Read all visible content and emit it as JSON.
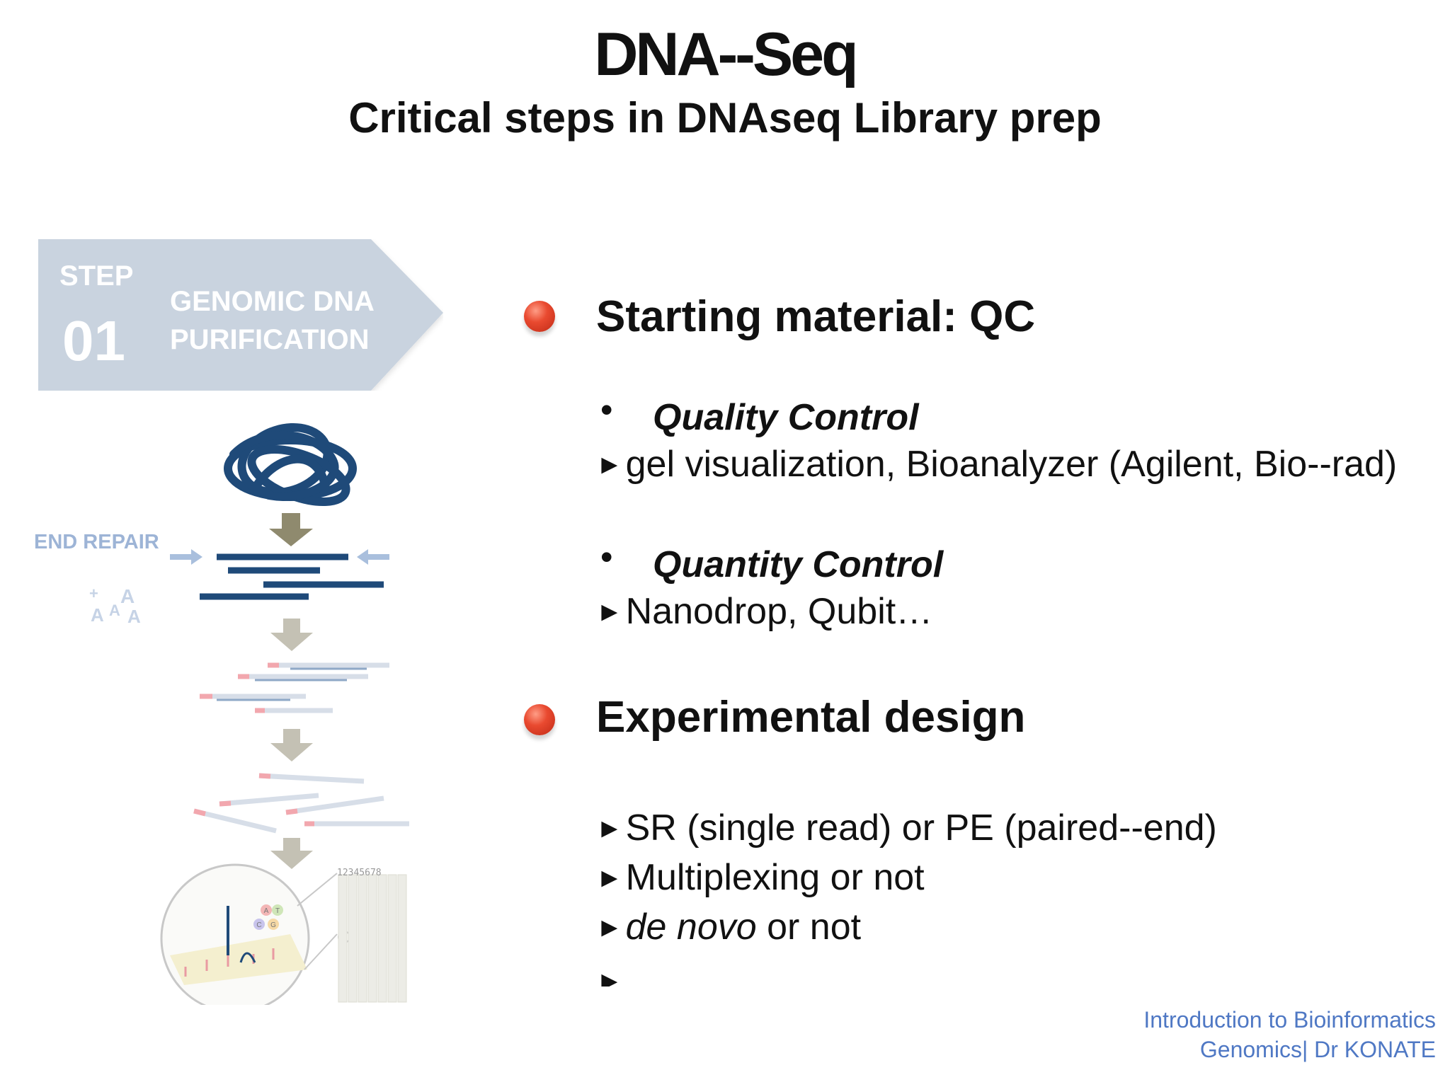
{
  "title": "DNA--Seq",
  "subtitle": "Critical steps in DNAseq Library prep",
  "step": {
    "label": "STEP",
    "number": "01",
    "name_line1": "GENOMIC DNA",
    "name_line2": "PURIFICATION"
  },
  "illustration": {
    "end_repair": "END REPAIR",
    "plus": "+",
    "a_letter": "A",
    "lane_numbers": "12345678",
    "base_letters": [
      "A",
      "T",
      "C",
      "G"
    ]
  },
  "sections": [
    {
      "heading": "Starting material: QC",
      "subsections": [
        {
          "bullet": "•",
          "label": "Quality Control",
          "item": "gel visualization, Bioanalyzer (Agilent, Bio--rad)"
        },
        {
          "bullet": "•",
          "label": "Quantity Control",
          "item": "Nanodrop, Qubit…"
        }
      ]
    },
    {
      "heading": "Experimental design",
      "items": [
        "SR (single read) or PE (paired--end)",
        "Multiplexing or not",
        {
          "em": "de novo",
          "rest": " or not"
        },
        "…"
      ]
    }
  ],
  "arrow_glyph": "►",
  "footer": {
    "line1": "Introduction to Bioinformatics",
    "line2": "Genomics| Dr KONATE"
  },
  "colors": {
    "banner": "#c9d3df",
    "dna_blue": "#1f4a79",
    "flow_arrow": "#8f8a6e",
    "bullet_red": "#e94a30",
    "footer_blue": "#4f78c4",
    "end_repair": "#9db4d6"
  }
}
